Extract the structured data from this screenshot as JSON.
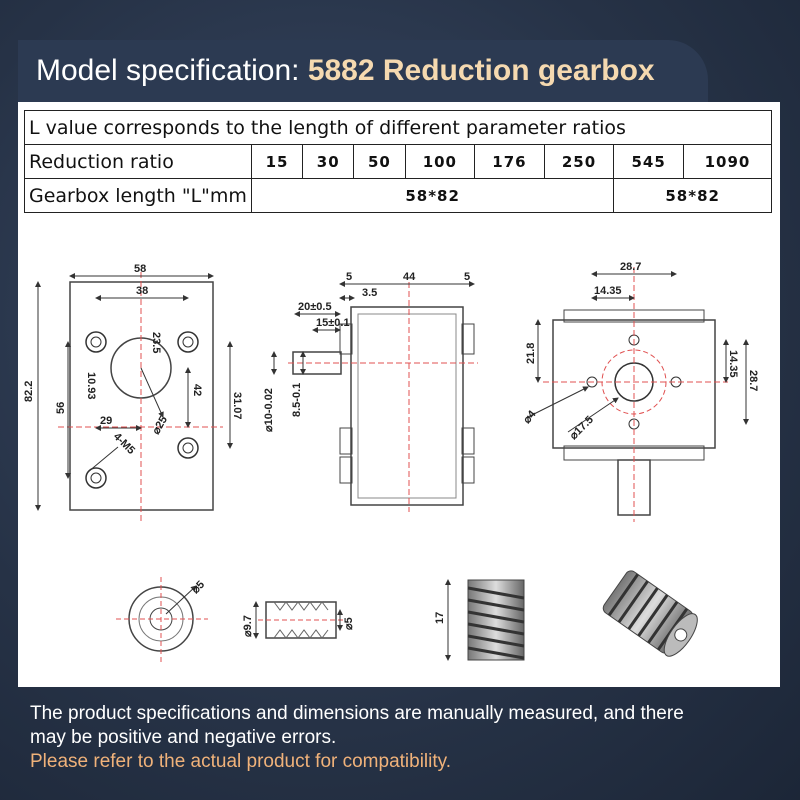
{
  "title": {
    "prefix": "Model specification: ",
    "model": "5882 Reduction gearbox"
  },
  "table": {
    "header": "L value corresponds to the length of different parameter ratios",
    "ratio_label": "Reduction ratio",
    "ratios": [
      "15",
      "30",
      "50",
      "100",
      "176",
      "250",
      "545",
      "1090"
    ],
    "length_label": "Gearbox length \"L\"mm",
    "length_a": "58*82",
    "length_b": "58*82"
  },
  "dims": {
    "front": {
      "w58": "58",
      "w38": "38",
      "h82": "82.2",
      "h56": "56",
      "d23": "23.5",
      "d10": "10.93",
      "d29": "29",
      "d42": "42",
      "d31": "31.07",
      "d25": "⌀25",
      "m5": "4-M5"
    },
    "side": {
      "d5a": "5",
      "d44": "44",
      "d5b": "5",
      "d35": "3.5",
      "d20": "20±0.5",
      "d15": "15±0.1",
      "d10": "⌀10-0.02",
      "d85": "8.5-0.1"
    },
    "back": {
      "d287": "28.7",
      "d1435": "14.35",
      "d218": "21.8",
      "d4": "⌀4",
      "d175": "⌀17.5",
      "v1435": "14.35",
      "v287": "28.7"
    },
    "parts": {
      "c5": "⌀5",
      "w97": "⌀9.7",
      "w5": "⌀5",
      "w17": "17"
    }
  },
  "notes": {
    "line1": "The product specifications and dimensions are manually measured, and there",
    "line2": "may be positive and negative errors.",
    "line3": "Please refer to the actual product for compatibility."
  }
}
